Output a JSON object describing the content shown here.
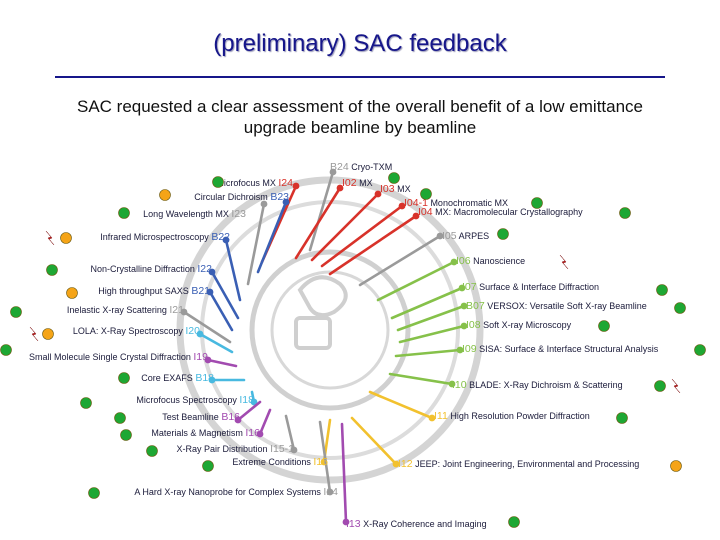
{
  "title": "(preliminary) SAC feedback",
  "subtitle_line1": "SAC requested a clear assessment of the overall benefit of a low emittance",
  "subtitle_line2": "upgrade beamline by beamline",
  "colors": {
    "title": "#16168a",
    "green_status": "#1ea733",
    "orange_status": "#f5a417",
    "red_flag": "#d21f1f",
    "ring": "#c8c8c8"
  },
  "beamlines": [
    {
      "code": "B24",
      "name": "Cryo-TXM",
      "color": "#9a9a9a",
      "status": "none",
      "flag": false
    },
    {
      "code": "I24",
      "name": "Microfocus MX",
      "color": "#d8322a",
      "status": "green",
      "flag": false
    },
    {
      "code": "I02",
      "name": "MX",
      "color": "#d8322a",
      "status": "green",
      "flag": false
    },
    {
      "code": "B23",
      "name": "Circular Dichroism",
      "color": "#3a5fb4",
      "status": "orange",
      "flag": false
    },
    {
      "code": "I03",
      "name": "MX",
      "color": "#d8322a",
      "status": "green",
      "flag": false
    },
    {
      "code": "I04-1",
      "name": "Monochromatic MX",
      "color": "#d8322a",
      "status": "green",
      "flag": false
    },
    {
      "code": "I23",
      "name": "Long Wavelength MX",
      "color": "#9a9a9a",
      "status": "green",
      "flag": false
    },
    {
      "code": "I04",
      "name": "MX: Macromolecular Crystallography",
      "color": "#d8322a",
      "status": "green",
      "flag": false
    },
    {
      "code": "B22",
      "name": "Infrared Microspectroscopy",
      "color": "#3a5fb4",
      "status": "orange",
      "flag": true
    },
    {
      "code": "I05",
      "name": "ARPES",
      "color": "#9a9a9a",
      "status": "green",
      "flag": false
    },
    {
      "code": "I06",
      "name": "Nanoscience",
      "color": "#86c14a",
      "status": "none",
      "flag": true
    },
    {
      "code": "I22",
      "name": "Non-Crystalline Diffraction",
      "color": "#3a5fb4",
      "status": "green",
      "flag": false
    },
    {
      "code": "I07",
      "name": "Surface & Interface Diffraction",
      "color": "#86c14a",
      "status": "green",
      "flag": false
    },
    {
      "code": "B21",
      "name": "High throughput SAXS",
      "color": "#3a5fb4",
      "status": "orange",
      "flag": false
    },
    {
      "code": "B07",
      "name": "VERSOX: Versatile Soft X-ray Beamline",
      "color": "#86c14a",
      "status": "green",
      "flag": false
    },
    {
      "code": "I21",
      "name": "Inelastic X-ray Scattering",
      "color": "#9a9a9a",
      "status": "green",
      "flag": false
    },
    {
      "code": "I08",
      "name": "Soft X-ray Microscopy",
      "color": "#86c14a",
      "status": "green",
      "flag": false
    },
    {
      "code": "I20",
      "name": "LOLA: X-Ray Spectroscopy",
      "color": "#48b9e0",
      "status": "orange",
      "flag": true
    },
    {
      "code": "I09",
      "name": "SISA: Surface & Interface Structural Analysis",
      "color": "#86c14a",
      "status": "green",
      "flag": false
    },
    {
      "code": "I19",
      "name": "Small Molecule Single Crystal Diffraction",
      "color": "#a24bb0",
      "status": "green",
      "flag": false
    },
    {
      "code": "I10",
      "name": "BLADE: X-Ray Dichroism & Scattering",
      "color": "#86c14a",
      "status": "green",
      "flag": true
    },
    {
      "code": "B18",
      "name": "Core EXAFS",
      "color": "#48b9e0",
      "status": "green",
      "flag": false
    },
    {
      "code": "I18",
      "name": "Microfocus Spectroscopy",
      "color": "#48b9e0",
      "status": "green",
      "flag": false
    },
    {
      "code": "I11",
      "name": "High Resolution Powder Diffraction",
      "color": "#f2c12e",
      "status": "green",
      "flag": false
    },
    {
      "code": "B16",
      "name": "Test Beamline",
      "color": "#a24bb0",
      "status": "green",
      "flag": false
    },
    {
      "code": "I16",
      "name": "Materials & Magnetism",
      "color": "#a24bb0",
      "status": "green",
      "flag": false
    },
    {
      "code": "I15-1",
      "name": "X-Ray Pair Distribution",
      "color": "#9a9a9a",
      "status": "green",
      "flag": false
    },
    {
      "code": "I15",
      "name": "Extreme Conditions",
      "color": "#f2c12e",
      "status": "green",
      "flag": false
    },
    {
      "code": "I12",
      "name": "JEEP: Joint Engineering, Environmental and Processing",
      "color": "#f2c12e",
      "status": "orange",
      "flag": false
    },
    {
      "code": "I14",
      "name": "A Hard X-ray Nanoprobe for Complex Systems",
      "color": "#9a9a9a",
      "status": "green",
      "flag": false
    },
    {
      "code": "I13",
      "name": "X-Ray Coherence and Imaging",
      "color": "#a24bb0",
      "status": "green",
      "flag": false
    }
  ]
}
